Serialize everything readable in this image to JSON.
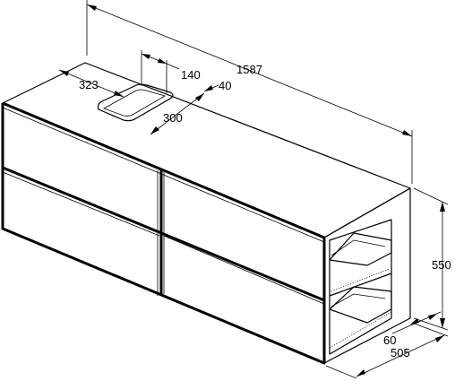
{
  "dimensions": {
    "width": "1587",
    "depth": "505",
    "height": "550",
    "basin_offset": "323",
    "basin_depth": "140",
    "basin_width": "300",
    "basin_edge": "40",
    "shelf_offset": "60"
  }
}
